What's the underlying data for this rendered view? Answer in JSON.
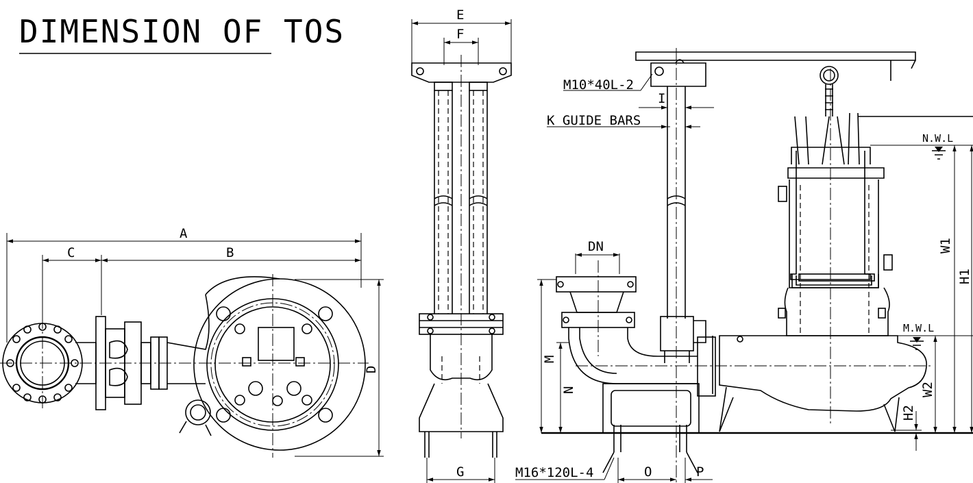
{
  "title": "DIMENSION OF TOS",
  "labels": {
    "A": "A",
    "B": "B",
    "C": "C",
    "D": "D",
    "E": "E",
    "F": "F",
    "G": "G",
    "DN": "DN",
    "I": "I",
    "M": "M",
    "N": "N",
    "O": "O",
    "P": "P",
    "H1": "H1",
    "H2": "H2",
    "W1": "W1",
    "W2": "W2",
    "NWL": "N.W.L",
    "MWL": "M.W.L",
    "guide_bars": "K GUIDE BARS",
    "bolt_top": "M10*40L-2",
    "bolt_bottom": "M16*120L-4"
  }
}
